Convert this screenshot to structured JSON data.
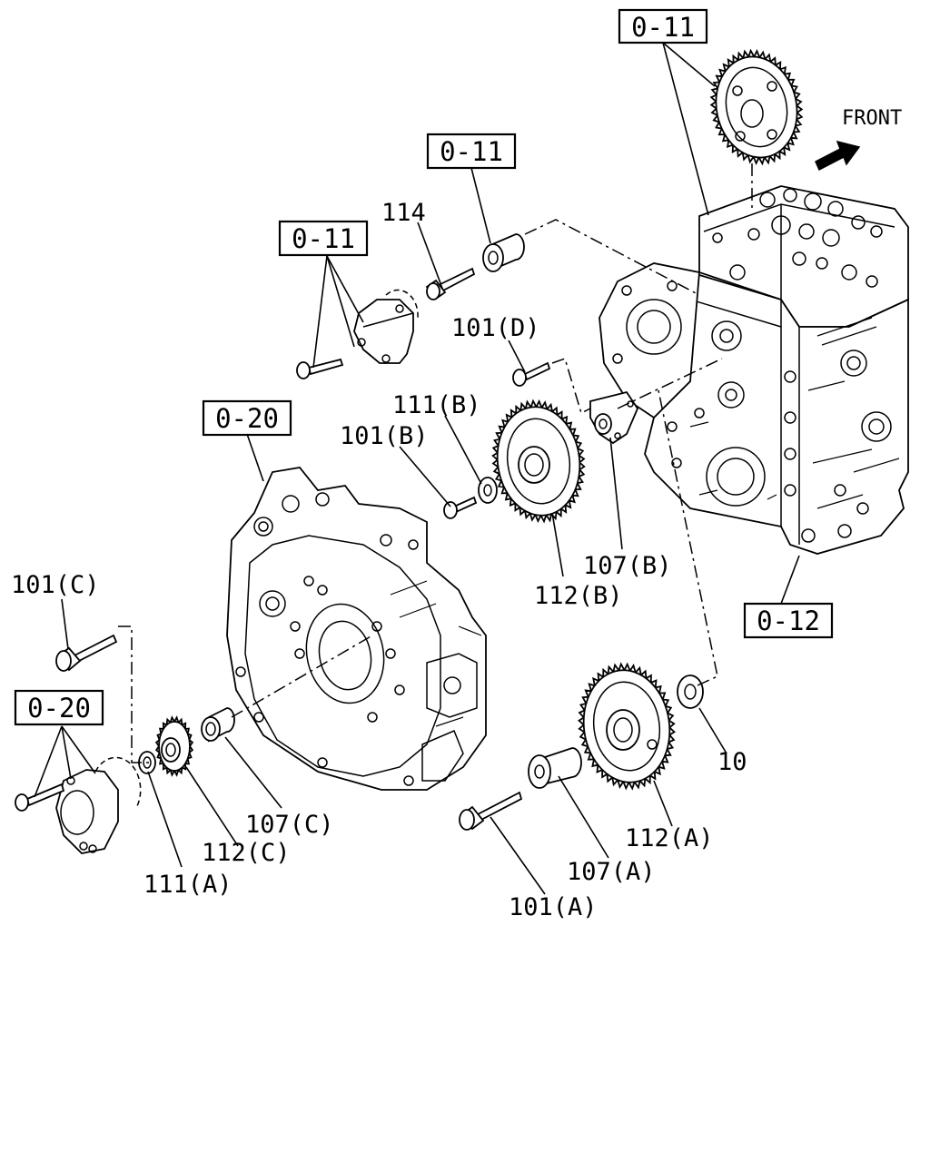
{
  "diagram": {
    "front_label": "FRONT",
    "ref_boxes": {
      "ref_top_right": "0-11",
      "ref_top_middle": "0-11",
      "ref_upper_left": "0-11",
      "ref_middle_left": "0-20",
      "ref_lower_left": "0-20",
      "ref_right": "0-12"
    },
    "part_labels": {
      "p114": "114",
      "p101d": "101(D)",
      "p111b": "111(B)",
      "p101b": "101(B)",
      "p107b": "107(B)",
      "p112b": "112(B)",
      "p101c": "101(C)",
      "p107c": "107(C)",
      "p112c": "112(C)",
      "p111a": "111(A)",
      "p10": "10",
      "p112a": "112(A)",
      "p107a": "107(A)",
      "p101a": "101(A)"
    }
  }
}
